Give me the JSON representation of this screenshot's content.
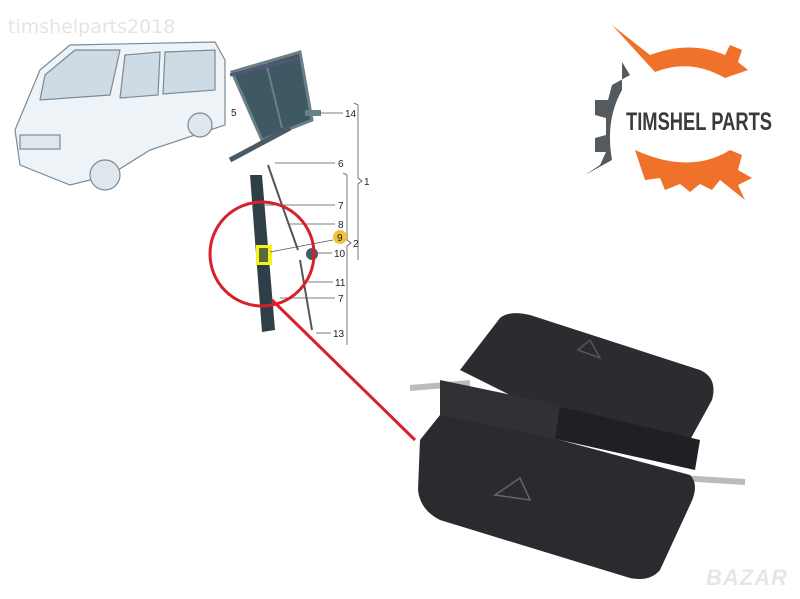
{
  "watermark": "timshelparts2018",
  "logo": {
    "text": "TIMSHEL PARTS",
    "orange": "#f0712a",
    "gray": "#555a5e"
  },
  "diagram": {
    "callouts": [
      "14",
      "5",
      "6",
      "1",
      "7",
      "8",
      "9",
      "2",
      "10",
      "11",
      "7",
      "13"
    ],
    "highlight_color": "#f5f21a",
    "circle_color": "#d8202a"
  },
  "bottom_watermark": "BAZAR"
}
